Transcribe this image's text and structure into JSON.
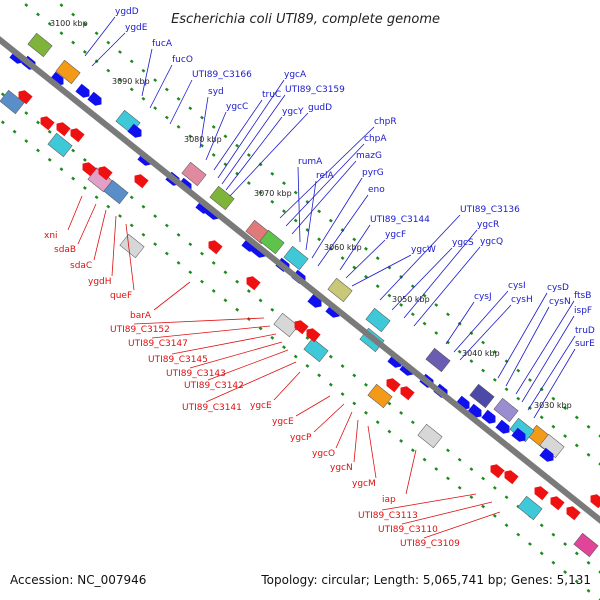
{
  "title": "Escherichia coli UTI89, complete genome",
  "accession": "Accession: NC_007946",
  "summary": "Topology: circular; Length: 5,065,741 bp; Genes: 5,131",
  "colors": {
    "backbone": "#7a7a7a",
    "forward": "#1010ee",
    "reverse": "#ee1111",
    "label_blue": "#1a1acc",
    "label_red": "#dd1111",
    "dash_green": "#1f8a1f"
  },
  "ticks": [
    "3100 kbp",
    "3090 kbp",
    "3080 kbp",
    "3070 kbp",
    "3060 kbp",
    "3050 kbp",
    "3040 kbp",
    "3030 kbp"
  ],
  "blue_labels": [
    "ygdD",
    "ygdE",
    "fucA",
    "fucO",
    "UTI89_C3166",
    "syd",
    "ygcC",
    "truC",
    "ygcA",
    "UTI89_C3159",
    "ygcY",
    "gudD",
    "chpR",
    "chpA",
    "mazG",
    "rumA",
    "relA",
    "pyrG",
    "eno",
    "UTI89_C3144",
    "ygcF",
    "ygcW",
    "UTI89_C3136",
    "ygcS",
    "ygcR",
    "ygcQ",
    "cysJ",
    "cysI",
    "cysH",
    "cysD",
    "cysN",
    "ftsB",
    "ispF",
    "truD",
    "surE"
  ],
  "red_labels": [
    "xni",
    "sdaB",
    "sdaC",
    "ygdH",
    "queF",
    "barA",
    "UTI89_C3152",
    "UTI89_C3147",
    "UTI89_C3145",
    "UTI89_C3143",
    "UTI89_C3142",
    "UTI89_C3141",
    "ygcE",
    "ygcE",
    "ygcP",
    "ygcO",
    "ygcN",
    "ygcM",
    "iap",
    "UTI89_C3113",
    "UTI89_C3110",
    "UTI89_C3109"
  ]
}
